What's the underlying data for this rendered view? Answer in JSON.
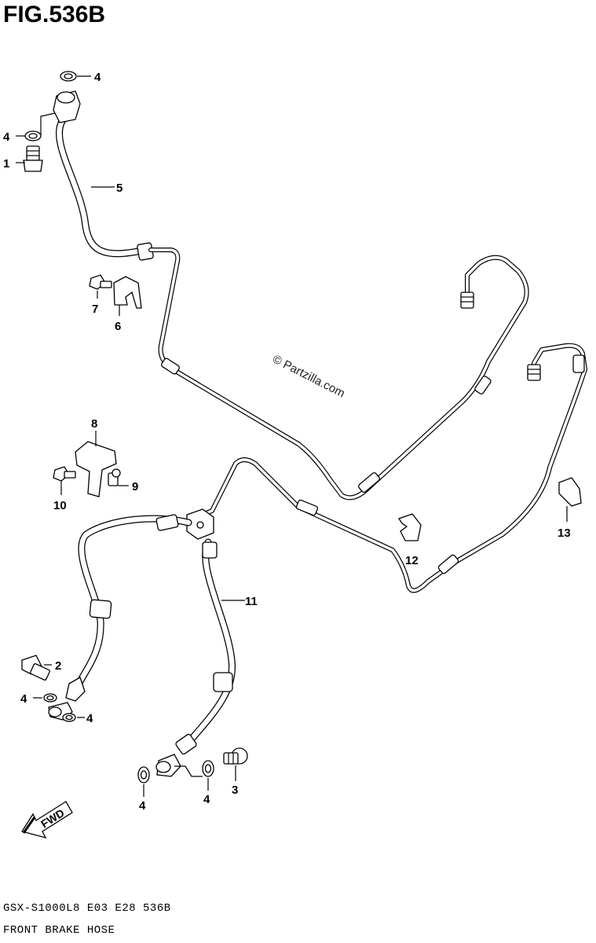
{
  "figure": {
    "title": "FIG.536B",
    "footer_code": "GSX-S1000L8  E03  E28  536B",
    "footer_name": "FRONT BRAKE HOSE",
    "watermark": "© Partzilla.com",
    "direction_label": "FWD"
  },
  "callouts": [
    {
      "id": "c4a",
      "label": "4"
    },
    {
      "id": "c4b",
      "label": "4"
    },
    {
      "id": "c1",
      "label": "1"
    },
    {
      "id": "c5",
      "label": "5"
    },
    {
      "id": "c7",
      "label": "7"
    },
    {
      "id": "c6",
      "label": "6"
    },
    {
      "id": "c8",
      "label": "8"
    },
    {
      "id": "c9",
      "label": "9"
    },
    {
      "id": "c10",
      "label": "10"
    },
    {
      "id": "c11",
      "label": "11"
    },
    {
      "id": "c12",
      "label": "12"
    },
    {
      "id": "c13",
      "label": "13"
    },
    {
      "id": "c2",
      "label": "2"
    },
    {
      "id": "c4c",
      "label": "4"
    },
    {
      "id": "c4d",
      "label": "4"
    },
    {
      "id": "c4e",
      "label": "4"
    },
    {
      "id": "c4f",
      "label": "4"
    },
    {
      "id": "c3",
      "label": "3"
    }
  ]
}
